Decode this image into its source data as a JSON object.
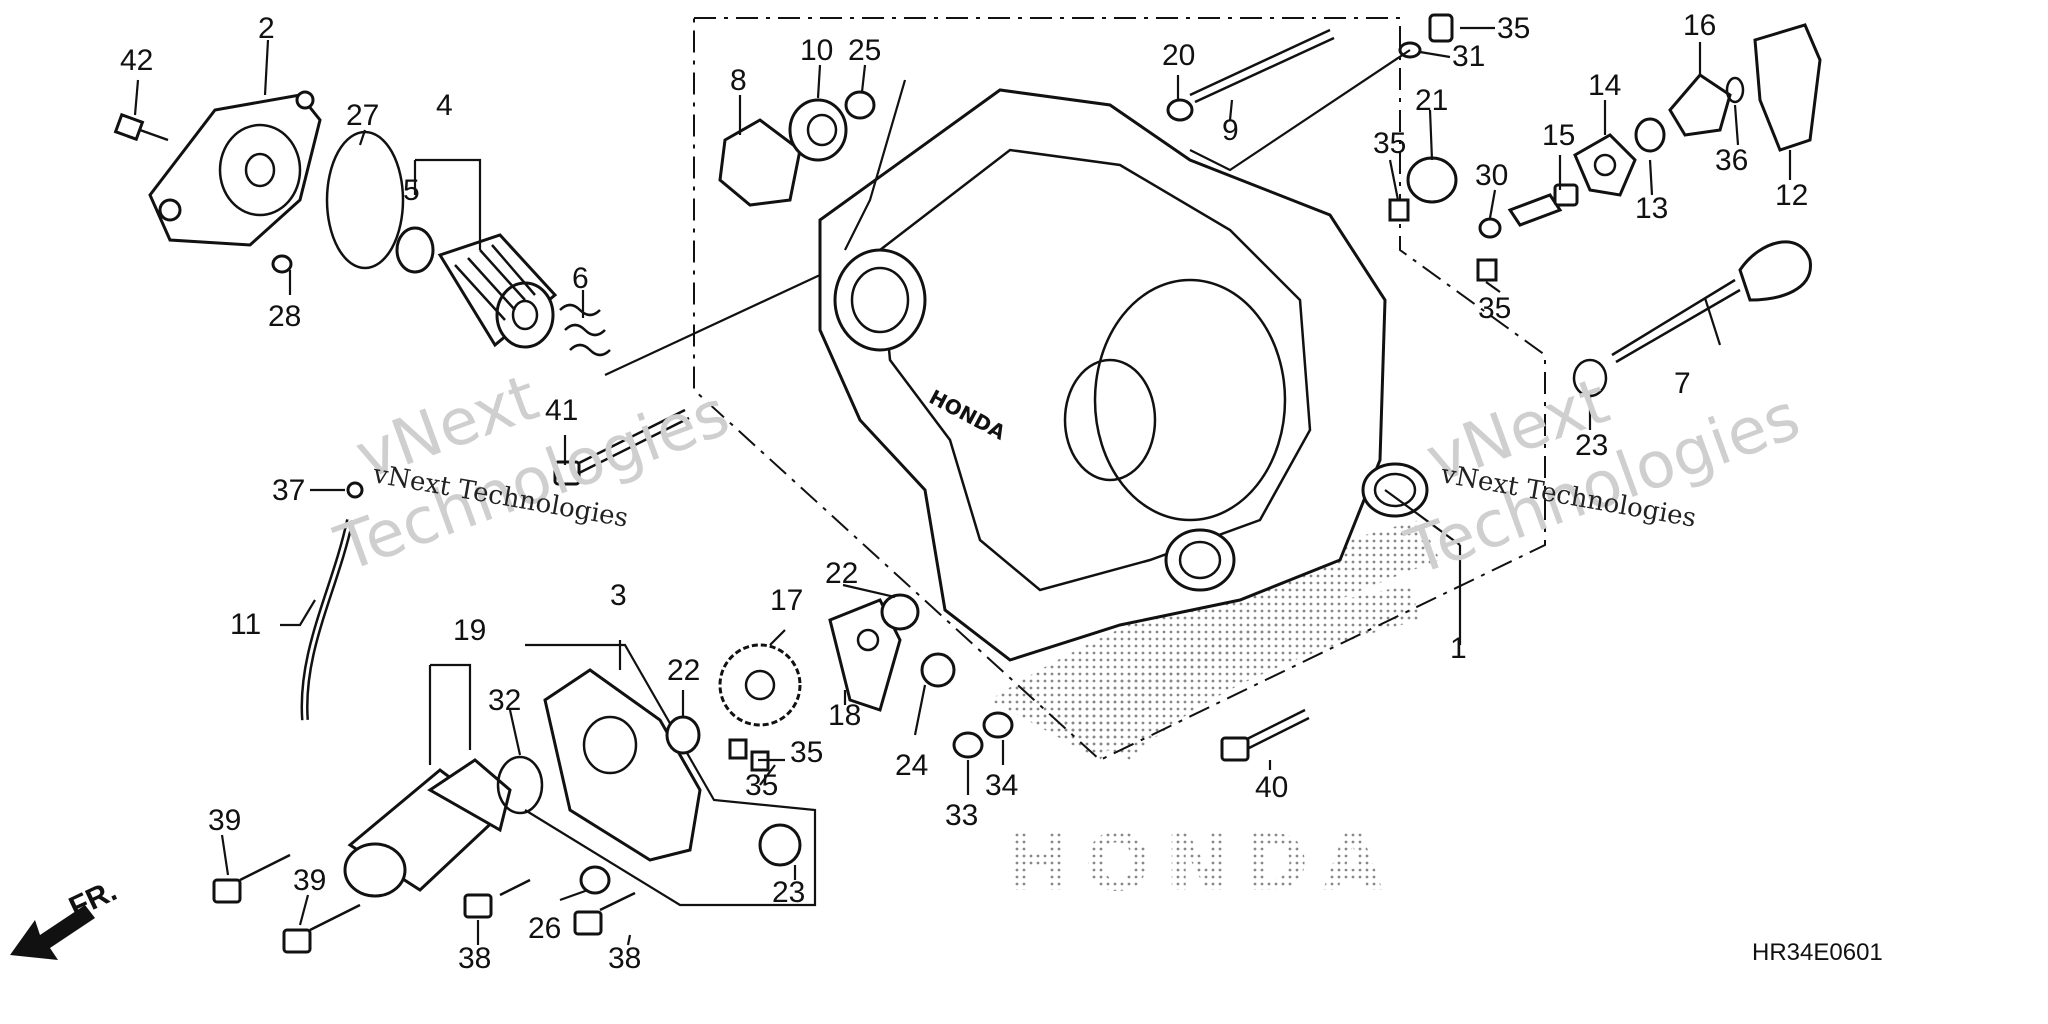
{
  "diagram": {
    "part_code": "HR34E0601",
    "front_marker": "FR.",
    "brand_lettering": "HONDA",
    "watermarks": [
      {
        "line1": "vNext",
        "line2": "Technologies",
        "caption": "vNext Technologies"
      },
      {
        "line1": "vNext",
        "line2": "Technologies",
        "caption": "vNext Technologies"
      }
    ],
    "callouts": {
      "c1": "1",
      "c2": "2",
      "c3": "3",
      "c4": "4",
      "c5": "5",
      "c6": "6",
      "c7": "7",
      "c8": "8",
      "c9": "9",
      "c10": "10",
      "c11": "11",
      "c12": "12",
      "c13": "13",
      "c14": "14",
      "c15": "15",
      "c16": "16",
      "c17": "17",
      "c18": "18",
      "c19": "19",
      "c20": "20",
      "c21": "21",
      "c22a": "22",
      "c22b": "22",
      "c23a": "23",
      "c23b": "23",
      "c24": "24",
      "c25": "25",
      "c26": "26",
      "c27": "27",
      "c28": "28",
      "c30": "30",
      "c31": "31",
      "c32": "32",
      "c33": "33",
      "c34": "34",
      "c35a": "35",
      "c35b": "35",
      "c35c": "35",
      "c35d": "35",
      "c35e": "35",
      "c36": "36",
      "c37": "37",
      "c38a": "38",
      "c38b": "38",
      "c39a": "39",
      "c39b": "39",
      "c40": "40",
      "c41": "41",
      "c42": "42"
    }
  }
}
